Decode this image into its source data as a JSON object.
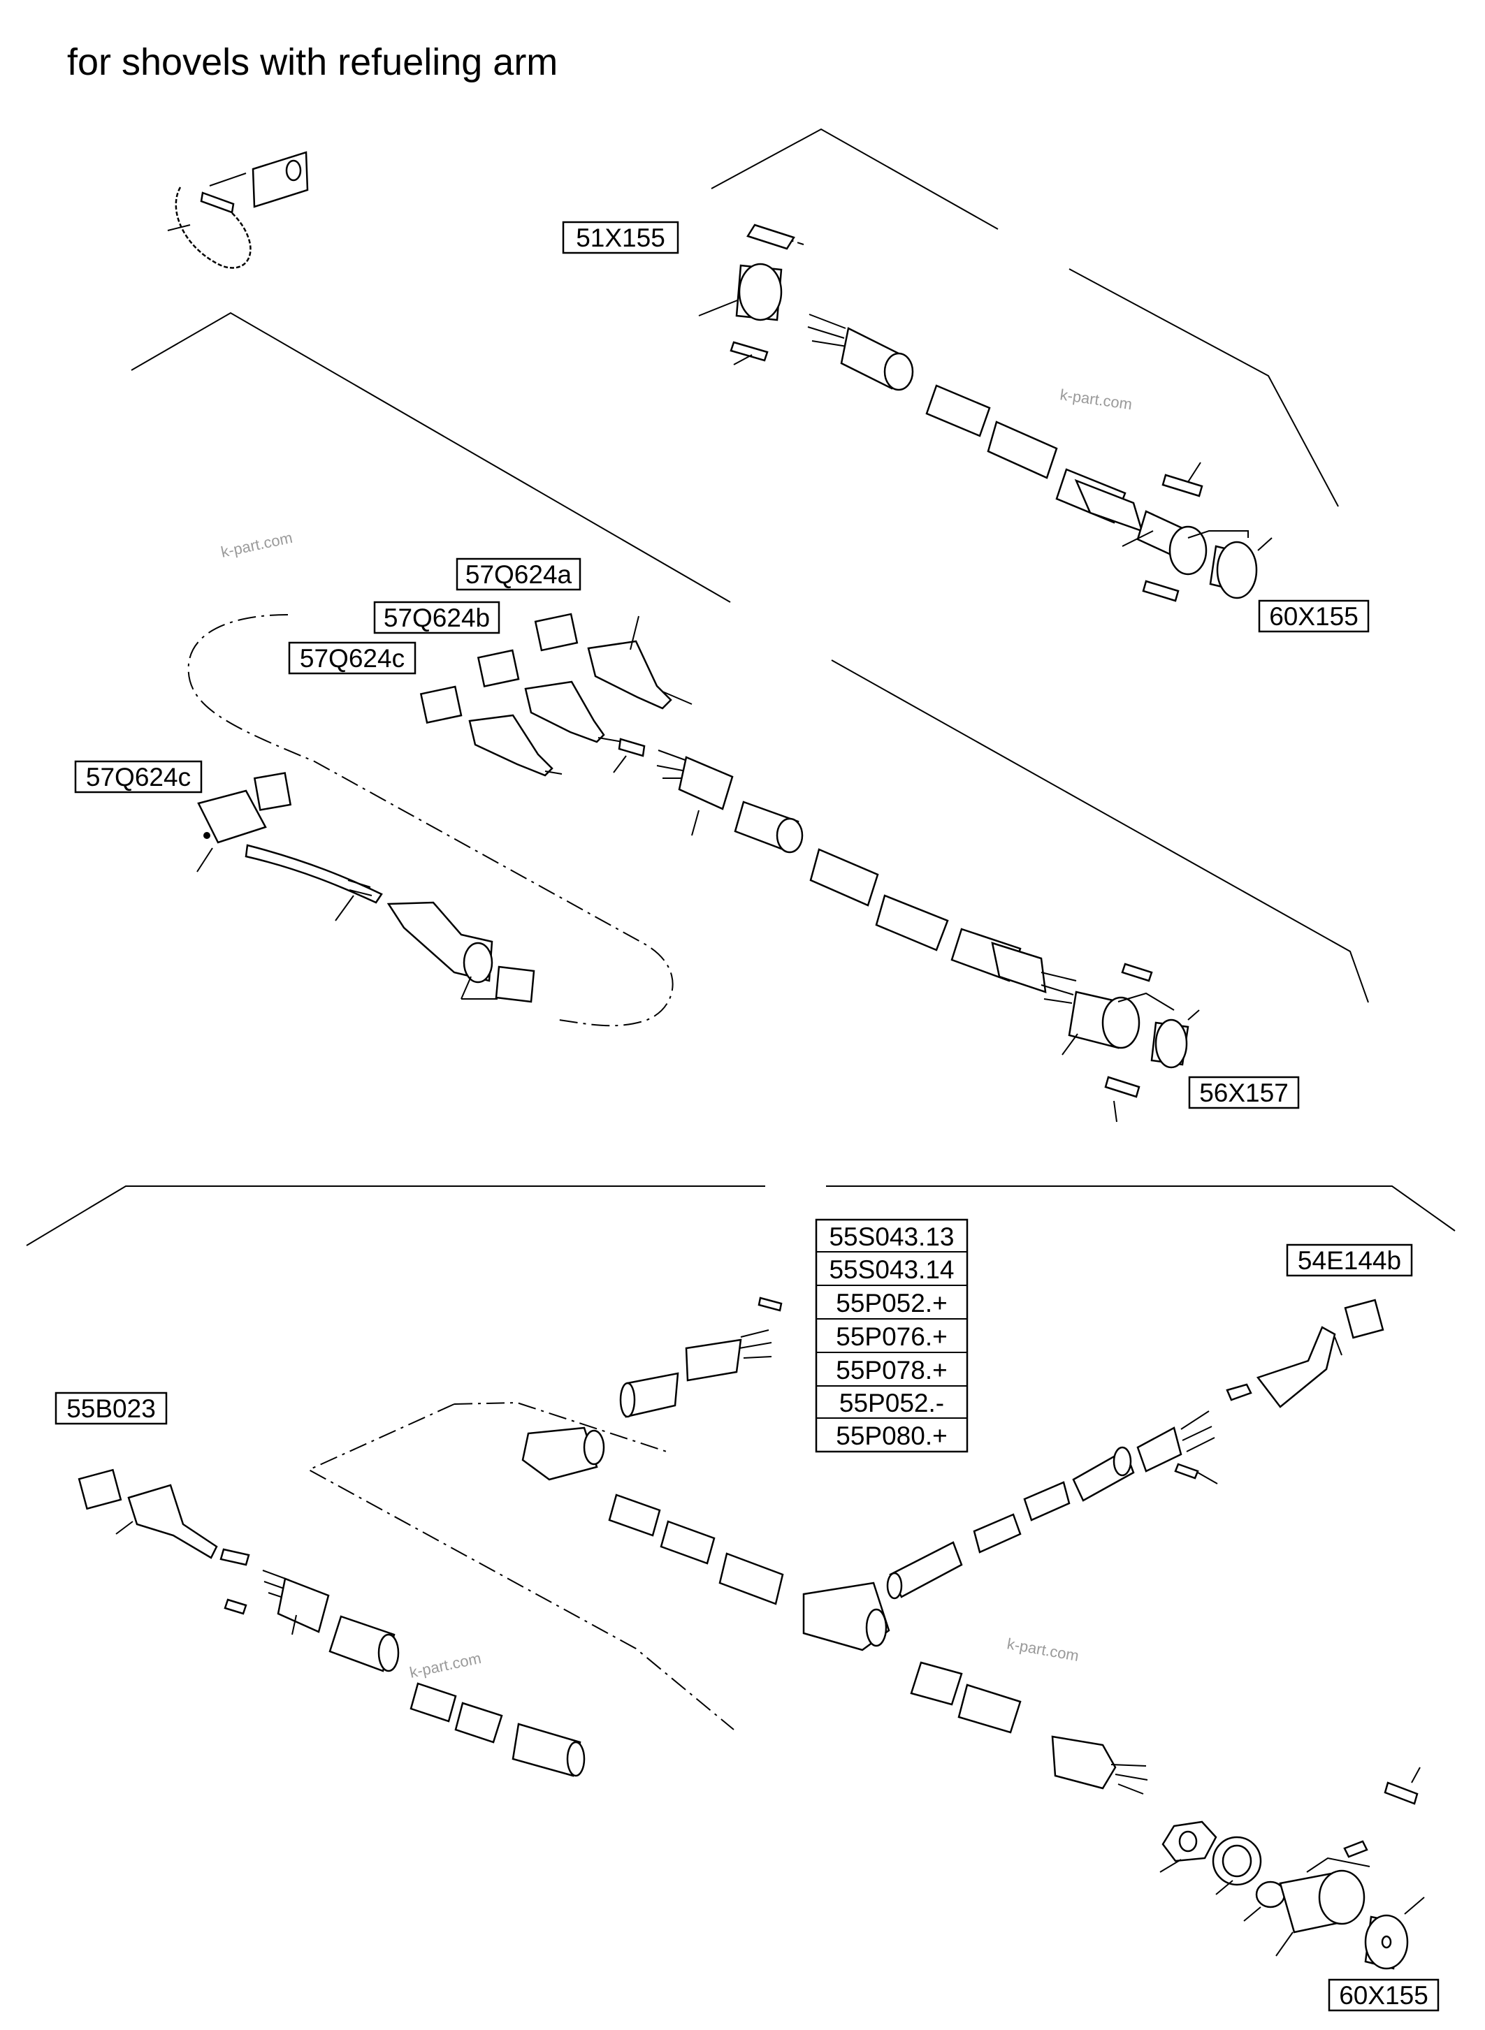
{
  "title": "for shovels with refueling arm",
  "watermark": "k-part.com",
  "labels": {
    "l51x155": "51X155",
    "l60x155_top": "60X155",
    "l57q624a": "57Q624a",
    "l57q624b": "57Q624b",
    "l57q624c_top": "57Q624c",
    "l57q624c": "57Q624c",
    "l56x157": "56X157",
    "l54e144b": "54E144b",
    "l55b023": "55B023",
    "l60x155_bottom": "60X155"
  },
  "label_stack": [
    "55S043.13",
    "55S043.14",
    "55P052.+",
    "55P076.+",
    "55P078.+",
    "55P052.-",
    "55P080.+"
  ]
}
